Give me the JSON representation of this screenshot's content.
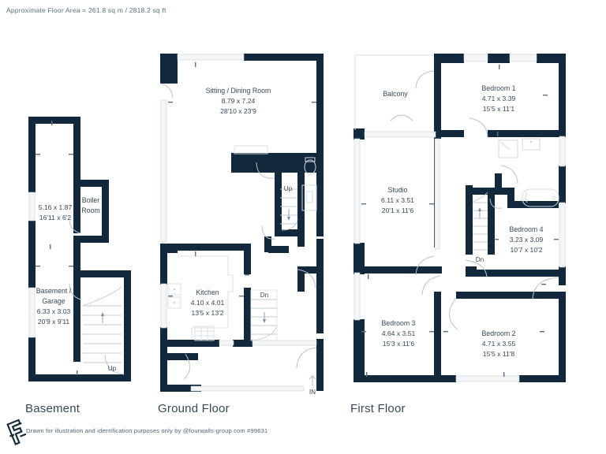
{
  "header": {
    "area_note": "Approximate Floor Area = 261.8 sq m / 2818.2 sq ft"
  },
  "footer": {
    "credit": "Drawn for illustration and identification purposes only by @fourwalls-group.com #99631",
    "logo_name": "fourwalls-logo"
  },
  "colors": {
    "wall": "#12283c",
    "wall_light": "#eef1f3",
    "text": "#37495b",
    "label": "#34495e",
    "note": "#58707f",
    "background": "#ffffff"
  },
  "floors": [
    {
      "id": "basement",
      "label": "Basement",
      "rooms": [
        {
          "name": "",
          "metric": "5.16 x 1.87",
          "imperial": "16'11 x 6'2"
        },
        {
          "name": "Boiler",
          "name2": "Room",
          "metric": "",
          "imperial": ""
        },
        {
          "name": "Basement /",
          "name2": "Garage",
          "metric": "6.33 x 3.03",
          "imperial": "20'9 x 9'11"
        }
      ],
      "stairs": [
        {
          "label": "Up"
        }
      ]
    },
    {
      "id": "ground",
      "label": "Ground Floor",
      "rooms": [
        {
          "name": "Sitting / Dining Room",
          "metric": "8.79 x 7.24",
          "imperial": "28'10 x 23'9"
        },
        {
          "name": "Kitchen",
          "metric": "4.10 x 4.01",
          "imperial": "13'5 x 13'2"
        }
      ],
      "stairs": [
        {
          "label": "Up"
        },
        {
          "label": "Dn"
        }
      ],
      "entrance": "IN"
    },
    {
      "id": "first",
      "label": "First Floor",
      "rooms": [
        {
          "name": "Balcony",
          "metric": "",
          "imperial": ""
        },
        {
          "name": "Bedroom 1",
          "metric": "4.71 x 3.39",
          "imperial": "15'5 x 11'1"
        },
        {
          "name": "Studio",
          "metric": "6.11 x 3.51",
          "imperial": "20'1 x 11'6"
        },
        {
          "name": "Bedroom 4",
          "metric": "3.23 x 3.09",
          "imperial": "10'7 x 10'2"
        },
        {
          "name": "Bedroom 3",
          "metric": "4.64 x 3.51",
          "imperial": "15'3 x 11'6"
        },
        {
          "name": "Bedroom 2",
          "metric": "4.71 x 3.55",
          "imperial": "15'5 x 11'8"
        }
      ],
      "stairs": [
        {
          "label": "Dn"
        }
      ]
    }
  ]
}
